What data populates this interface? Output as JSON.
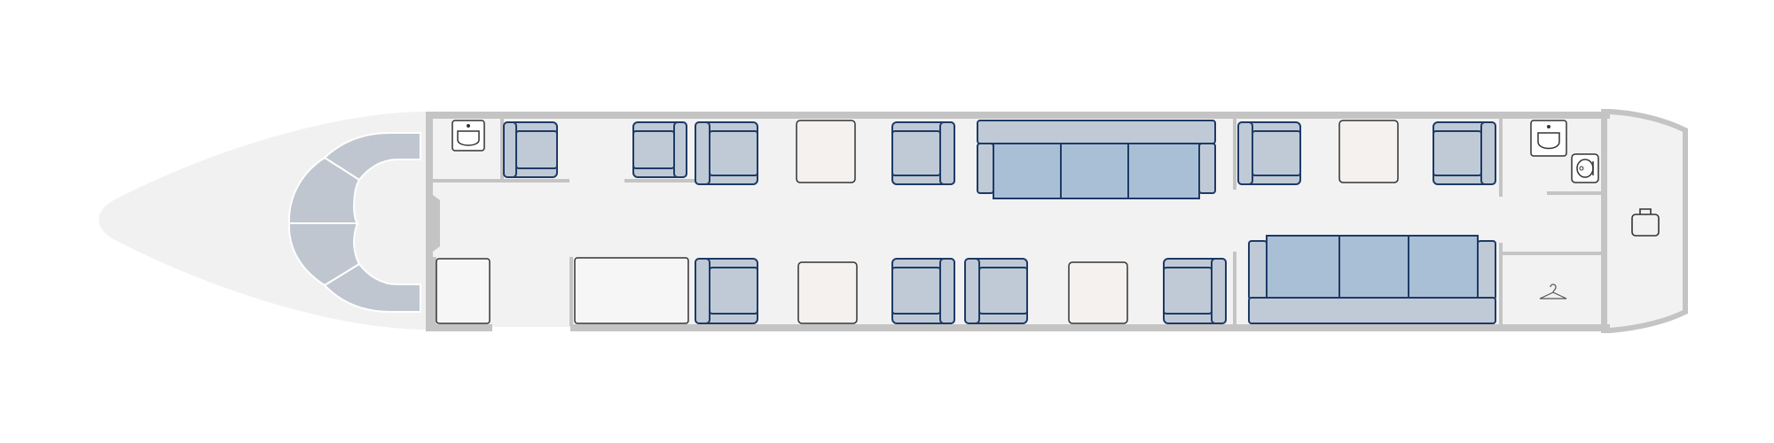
{
  "floorplan": {
    "type": "aircraft-cabin-layout",
    "colors": {
      "fuselage_fill": "#f2f2f2",
      "nose_fill": "#f1f1f1",
      "wall": "#c4c4c4",
      "seat_fill": "#bfcad6",
      "seat_outline": "#1e3a66",
      "sofa_cushion": "#a8bfd6",
      "table_fill": "#f4f1ee",
      "cockpit_seat": "#bfc6cf"
    },
    "icons": [
      "sink-icon",
      "toilet-icon",
      "luggage-icon",
      "hanger-icon"
    ],
    "counts": {
      "seats": 12,
      "sofas": 2,
      "tables": 4
    }
  }
}
